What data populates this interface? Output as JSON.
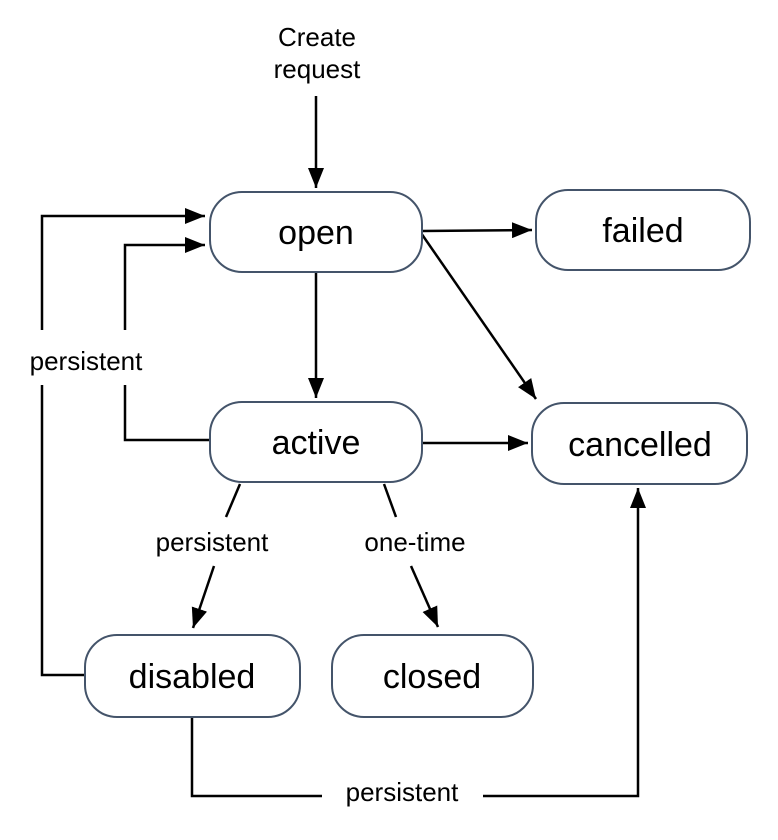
{
  "diagram": {
    "type": "state-diagram",
    "background": "#ffffff",
    "colors": {
      "node_border": "#44546a",
      "node_fill": "#ffffff",
      "edge_stroke": "#000000",
      "text": "#000000"
    },
    "nodes": [
      {
        "id": "open",
        "label": "open"
      },
      {
        "id": "failed",
        "label": "failed"
      },
      {
        "id": "active",
        "label": "active"
      },
      {
        "id": "cancelled",
        "label": "cancelled"
      },
      {
        "id": "disabled",
        "label": "disabled"
      },
      {
        "id": "closed",
        "label": "closed"
      }
    ],
    "edges": [
      {
        "from": "start",
        "to": "open",
        "label": "Create request"
      },
      {
        "from": "open",
        "to": "failed",
        "label": ""
      },
      {
        "from": "open",
        "to": "cancelled",
        "label": ""
      },
      {
        "from": "open",
        "to": "active",
        "label": ""
      },
      {
        "from": "active",
        "to": "cancelled",
        "label": ""
      },
      {
        "from": "active",
        "to": "open",
        "label": "persistent"
      },
      {
        "from": "disabled",
        "to": "open",
        "label": "persistent"
      },
      {
        "from": "active",
        "to": "disabled",
        "label": "persistent"
      },
      {
        "from": "active",
        "to": "closed",
        "label": "one-time"
      },
      {
        "from": "disabled",
        "to": "cancelled",
        "label": "persistent"
      }
    ],
    "labels": {
      "create_line1": "Create",
      "create_line2": "request",
      "persistent_left": "persistent",
      "persistent_mid": "persistent",
      "one_time": "one-time",
      "persistent_bottom": "persistent"
    }
  }
}
